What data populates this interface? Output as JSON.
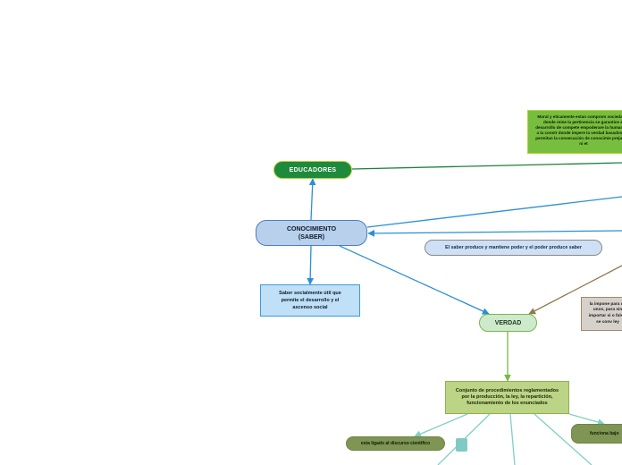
{
  "nodes": {
    "educadores": "EDUCADORES",
    "conocimiento": "CONOCIMIENTO\n(SABER)",
    "saber_util": "Saber socialmente útil que permite el desarrollo y el ascenso social",
    "saber_poder": "El saber produce y mantiene poder y el poder produce saber",
    "verdad": "VERDAD",
    "conjunto": "Conjunto de procedimientos reglamentados por la producción, la ley, la repartición, funcionamiento de los enunciados",
    "moral": "Moral y eticamente estan comprom sociedades donde reine la pertinencia se garantice el desarrollo de compete empoderare la humanidad a la constr donde impere la verdad basados en l permitan la consecución de conocimie prejuicios ni et",
    "impone": "la impone para de unos, para sin importar si o falsa, se conv ley",
    "discurso": "esta ligado al discurso cientifico",
    "funciona": "funciona bajo"
  },
  "colors": {
    "educadores_fill": "#1e8a3c",
    "educadores_border": "#b6d23a",
    "conocimiento_fill": "#b9d0ec",
    "conocimiento_border": "#4a7fc2",
    "saber_util_fill": "#bfe0f6",
    "saber_util_border": "#3d9ad9",
    "saber_poder_fill": "#cde0f4",
    "verdad_fill": "#cdeacd",
    "verdad_border": "#7ab648",
    "conjunto_fill": "#bcd486",
    "conjunto_border": "#8db34a",
    "moral_fill": "#78be3e",
    "moral_border": "#b6d23a",
    "impone_fill": "#d6d2cb",
    "impone_border": "#9a8a6e",
    "olive_fill": "#7e9554",
    "blue_edge": "#2b8fd6",
    "green_edge": "#1e7f3c",
    "light_green_edge": "#7ab648",
    "brown_edge": "#8e7b4e",
    "teal_edge": "#7fd0c6",
    "teal_marker": "#7fcbc3"
  }
}
